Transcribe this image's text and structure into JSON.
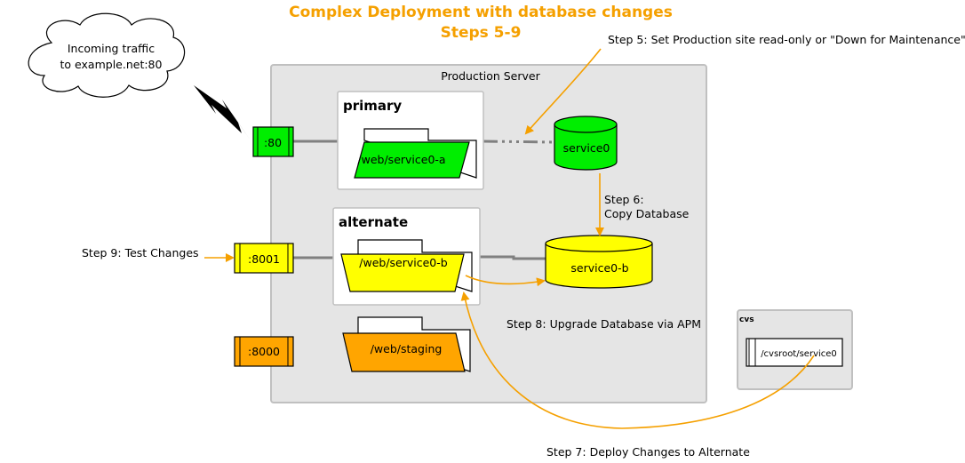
{
  "title": {
    "line1": "Complex Deployment with database changes",
    "line2": "Steps 5-9"
  },
  "cloud": {
    "line1": "Incoming traffic",
    "line2": "to example.net:80"
  },
  "production_server": {
    "label": "Production Server"
  },
  "primary": {
    "title": "primary",
    "folder": "/web/service0-a"
  },
  "alternate": {
    "title": "alternate",
    "folder": "/web/service0-b"
  },
  "staging": {
    "folder": "/web/staging"
  },
  "ports": [
    {
      "label": ":80",
      "color": "#00ee00"
    },
    {
      "label": ":8001",
      "color": "#ffff00"
    },
    {
      "label": ":8000",
      "color": "#ffa500"
    }
  ],
  "databases": {
    "service0": {
      "label": "service0",
      "color": "#00ee00"
    },
    "service0b": {
      "label": "service0-b",
      "color": "#ffff00"
    }
  },
  "cvs": {
    "label": "cvs",
    "repo": "/cvsroot/service0"
  },
  "steps": {
    "step5": "Step 5: Set Production site read-only or \"Down for Maintenance\"",
    "step6_line1": "Step 6:",
    "step6_line2": "Copy Database",
    "step7": "Step 7: Deploy Changes to Alternate",
    "step8": "Step 8: Upgrade Database via APM",
    "step9": "Step 9: Test Changes"
  },
  "colors": {
    "accent": "#f5a000",
    "server_fill": "#e5e5e5",
    "arrow": "#f5a000",
    "connector": "#808080"
  }
}
